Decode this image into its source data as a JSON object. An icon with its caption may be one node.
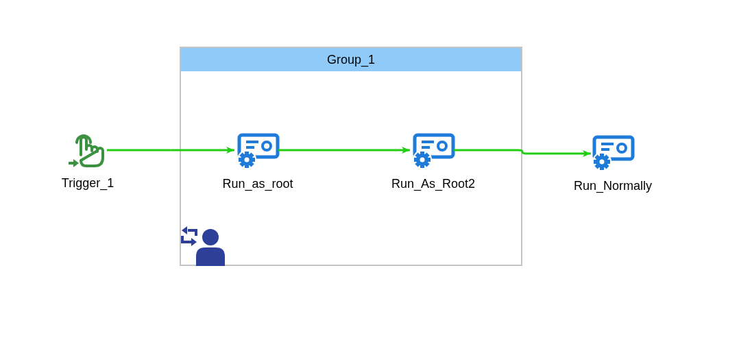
{
  "diagram": {
    "nodes": [
      {
        "text": [
          "Group_1"
        ]
      },
      {
        "text": [
          "Trigger_1"
        ]
      },
      {
        "text": [
          "Run_as_root"
        ],
        "in": 0
      },
      {
        "text": [
          "Run_As_Root2"
        ],
        "in": 0
      },
      {
        "text": [
          "Run_Normally"
        ]
      }
    ],
    "edges": [
      {
        "from": 1,
        "to": 2,
        "arrow": "to"
      },
      {
        "from": 2,
        "to": 3,
        "arrow": "to"
      },
      {
        "from": 3,
        "to": 4,
        "arrow": "to"
      }
    ]
  }
}
